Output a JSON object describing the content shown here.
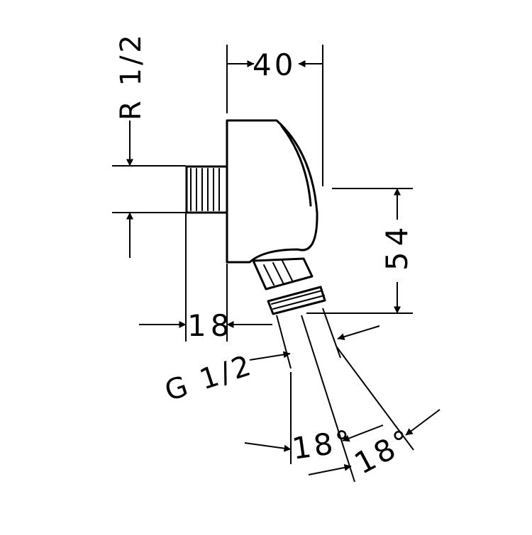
{
  "dimensions": {
    "inlet_thread": "R 1/2",
    "width": "40",
    "height": "54",
    "inlet_length": "18",
    "outlet_thread": "G 1/2",
    "swivel_angle_left": "18°",
    "swivel_angle_right": "18°"
  }
}
